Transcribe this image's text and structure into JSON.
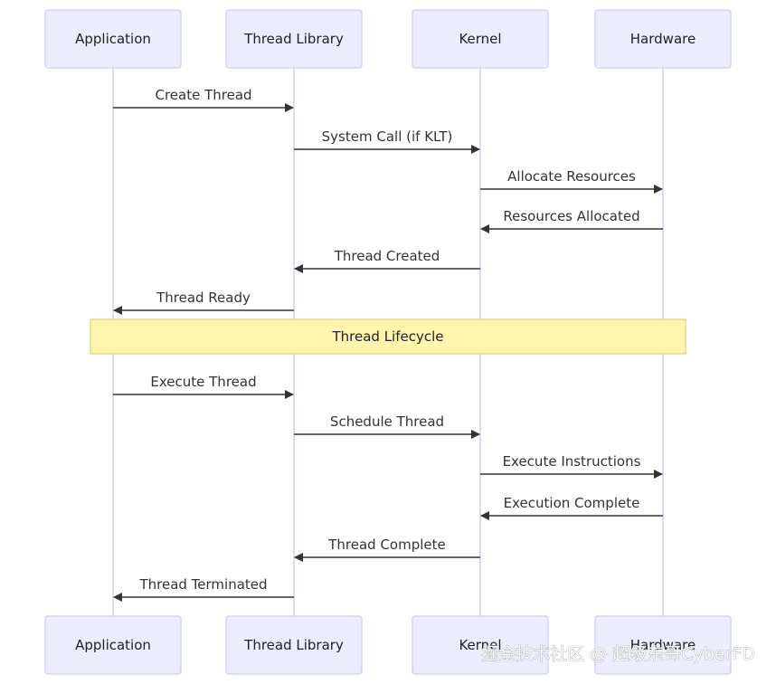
{
  "participants": [
    {
      "id": "app",
      "label": "Application"
    },
    {
      "id": "lib",
      "label": "Thread Library"
    },
    {
      "id": "kernel",
      "label": "Kernel"
    },
    {
      "id": "hw",
      "label": "Hardware"
    }
  ],
  "messages_before_note": [
    {
      "from": "app",
      "to": "lib",
      "text": "Create Thread"
    },
    {
      "from": "lib",
      "to": "kernel",
      "text": "System Call (if KLT)"
    },
    {
      "from": "kernel",
      "to": "hw",
      "text": "Allocate Resources"
    },
    {
      "from": "hw",
      "to": "kernel",
      "text": "Resources Allocated"
    },
    {
      "from": "kernel",
      "to": "lib",
      "text": "Thread Created"
    },
    {
      "from": "lib",
      "to": "app",
      "text": "Thread Ready"
    }
  ],
  "note": {
    "text": "Thread Lifecycle"
  },
  "messages_after_note": [
    {
      "from": "app",
      "to": "lib",
      "text": "Execute Thread"
    },
    {
      "from": "lib",
      "to": "kernel",
      "text": "Schedule Thread"
    },
    {
      "from": "kernel",
      "to": "hw",
      "text": "Execute Instructions"
    },
    {
      "from": "hw",
      "to": "kernel",
      "text": "Execution Complete"
    },
    {
      "from": "kernel",
      "to": "lib",
      "text": "Thread Complete"
    },
    {
      "from": "lib",
      "to": "app",
      "text": "Thread Terminated"
    }
  ],
  "watermark": "掘金技术社区 @ 超级东哥CyberFD"
}
